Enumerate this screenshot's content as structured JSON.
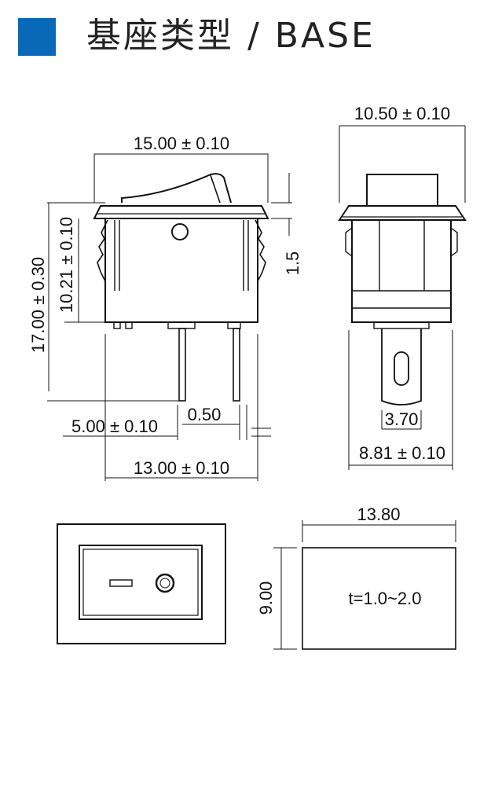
{
  "header": {
    "title": "基座类型 / BASE",
    "accent_color": "#0a68b8"
  },
  "front_view": {
    "width": "15.00 ± 0.10",
    "total_height": "17.00 ± 0.30",
    "body_height": "10.21 ± 0.10",
    "actuator_offset": "1.5",
    "terminal_pitch": "5.00 ± 0.10",
    "terminal_thickness": "0.50",
    "body_width": "13.00 ± 0.10"
  },
  "side_view": {
    "width": "10.50 ± 0.10",
    "terminal_width": "3.70",
    "body_width": "8.81 ± 0.10"
  },
  "panel_cutout": {
    "width": "13.80",
    "height": "9.00",
    "thickness": "t=1.0~2.0"
  }
}
